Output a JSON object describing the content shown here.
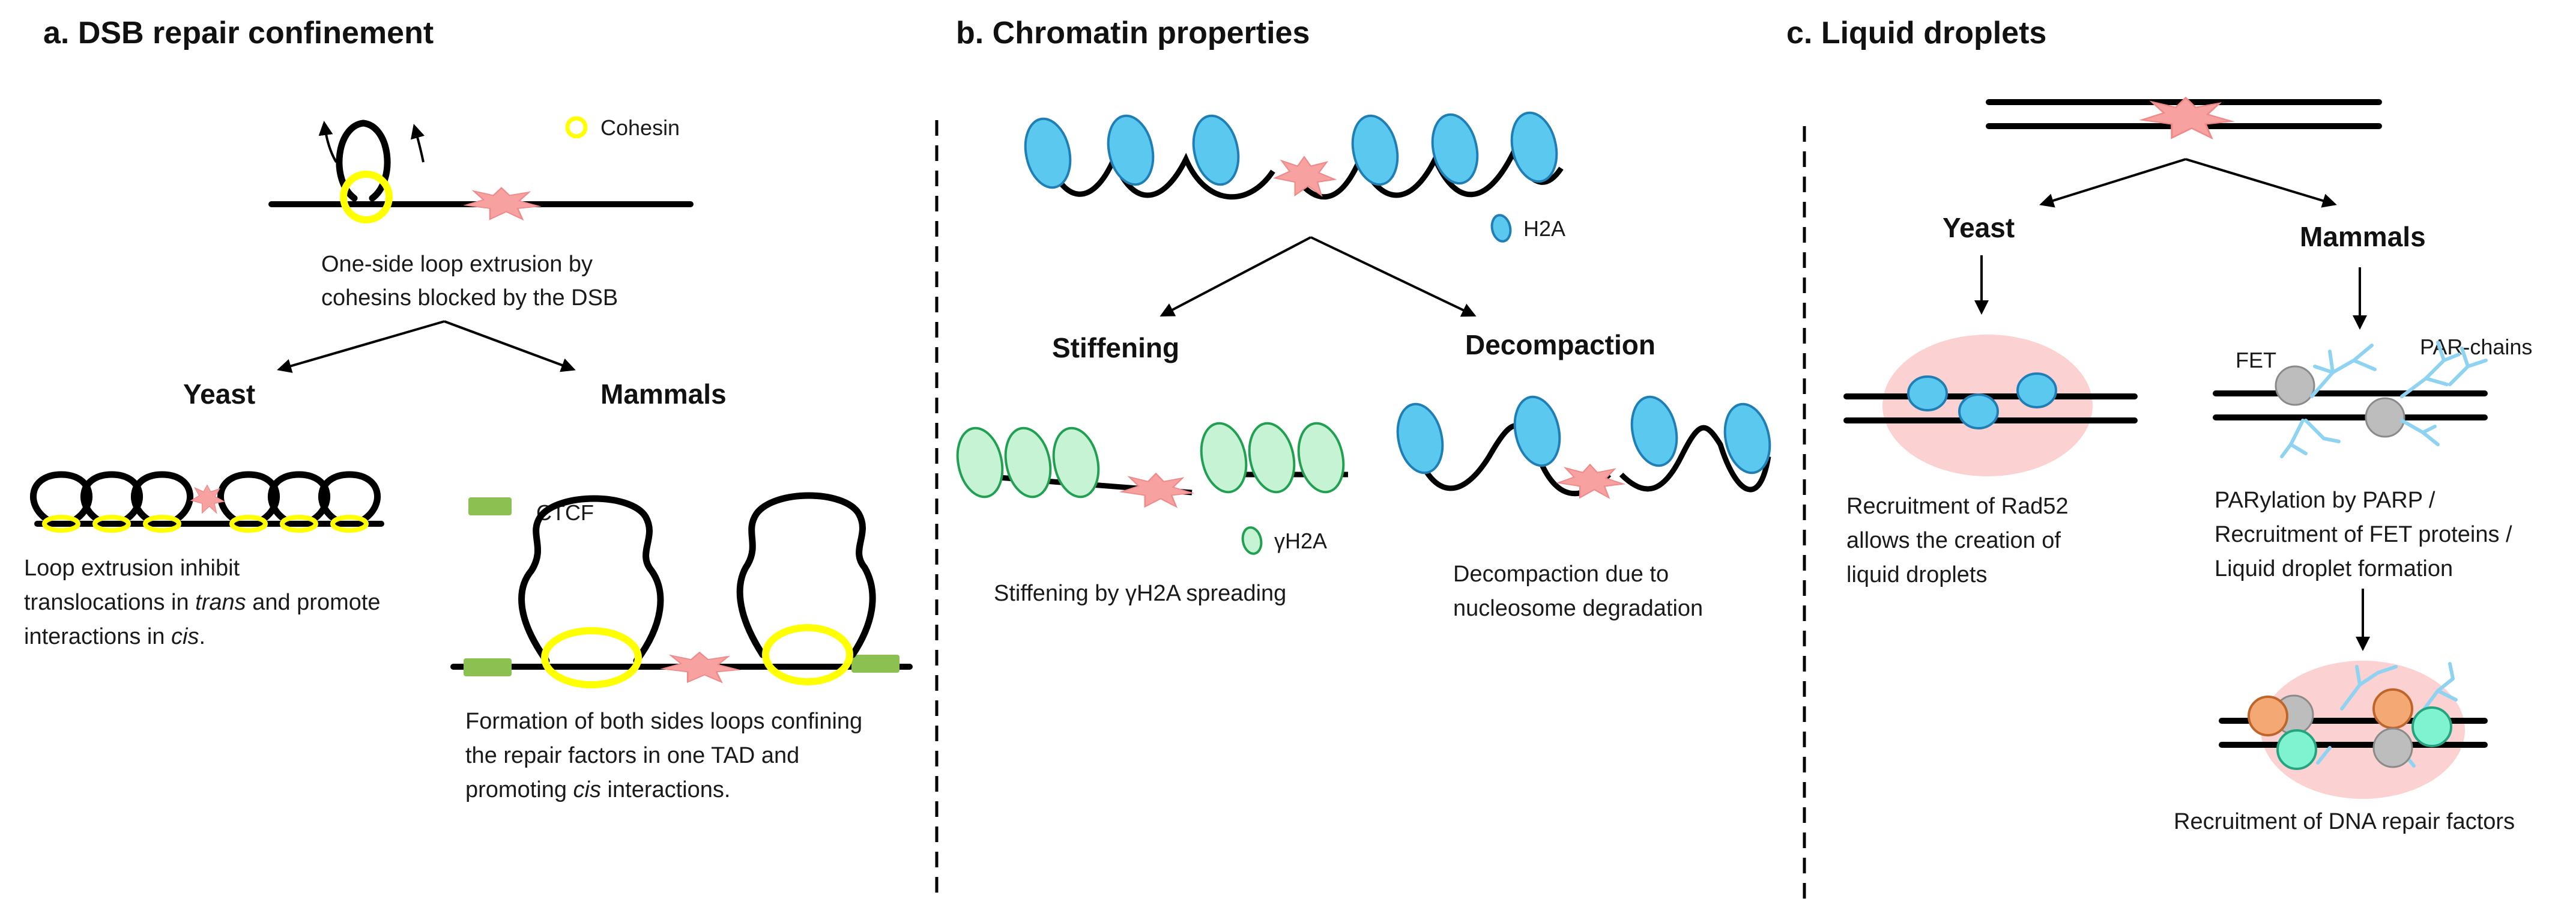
{
  "panels": {
    "a": {
      "title": "a. DSB repair confinement",
      "legend_cohesin": "Cohesin",
      "caption_top": [
        "One-side loop extrusion by",
        "cohesins blocked by the DSB"
      ],
      "branch_left": "Yeast",
      "branch_right": "Mammals",
      "legend_ctcf": "CTCF",
      "caption_yeast": {
        "line1": "Loop extrusion inhibit",
        "line2_pre": "translocations in ",
        "line2_em": "trans",
        "line2_post": " and promote",
        "line3_pre": "interactions in ",
        "line3_em": "cis",
        "line3_post": "."
      },
      "caption_mammals": {
        "line1": "Formation of both sides loops confining",
        "line2": "the repair factors in one TAD and",
        "line3_pre": "promoting ",
        "line3_em": "cis",
        "line3_post": " interactions."
      }
    },
    "b": {
      "title": "b. Chromatin properties",
      "legend_h2a": "H2A",
      "branch_left": "Stiffening",
      "branch_right": "Decompaction",
      "legend_gh2a": "γH2A",
      "caption_left": "Stiffening by γH2A spreading",
      "caption_right": [
        "Decompaction due to",
        "nucleosome degradation"
      ]
    },
    "c": {
      "title": "c. Liquid droplets",
      "branch_left": "Yeast",
      "branch_right": "Mammals",
      "label_fet": "FET",
      "label_par": "PAR-chains",
      "caption_yeast": [
        "Recruitment of Rad52",
        "allows the creation of",
        "liquid droplets"
      ],
      "caption_mammals": [
        "PARylation by PARP /",
        "Recruitment of FET proteins /",
        "Liquid droplet formation"
      ],
      "caption_bottom": "Recruitment of DNA repair factors"
    }
  },
  "colors": {
    "dsb": "#f7a1a1",
    "cohesin": "#ffff00",
    "ctcf": "#8cc152",
    "h2a": "#5bc8f0",
    "gamma_h2a": "#20a050",
    "droplet": "#fbd1d1",
    "fet": "#bdbdbd",
    "par_chain": "#8fd3f2",
    "repair_orange": "#f4a873",
    "repair_teal": "#7ff2cf"
  }
}
